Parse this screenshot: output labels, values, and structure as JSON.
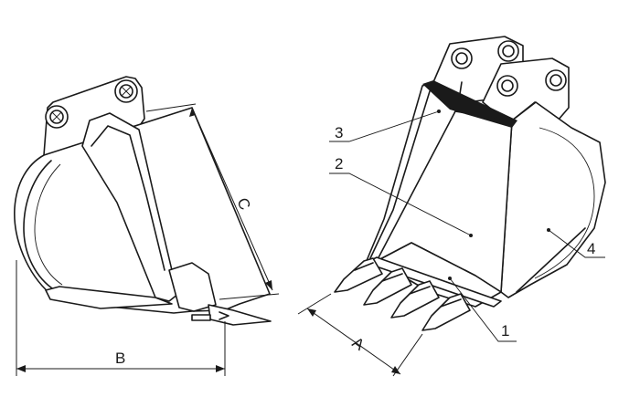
{
  "labels": {
    "part_1": "1",
    "part_2": "2",
    "part_3": "3",
    "part_4": "4",
    "dim_a": "A",
    "dim_b": "B",
    "dim_c": "C"
  }
}
